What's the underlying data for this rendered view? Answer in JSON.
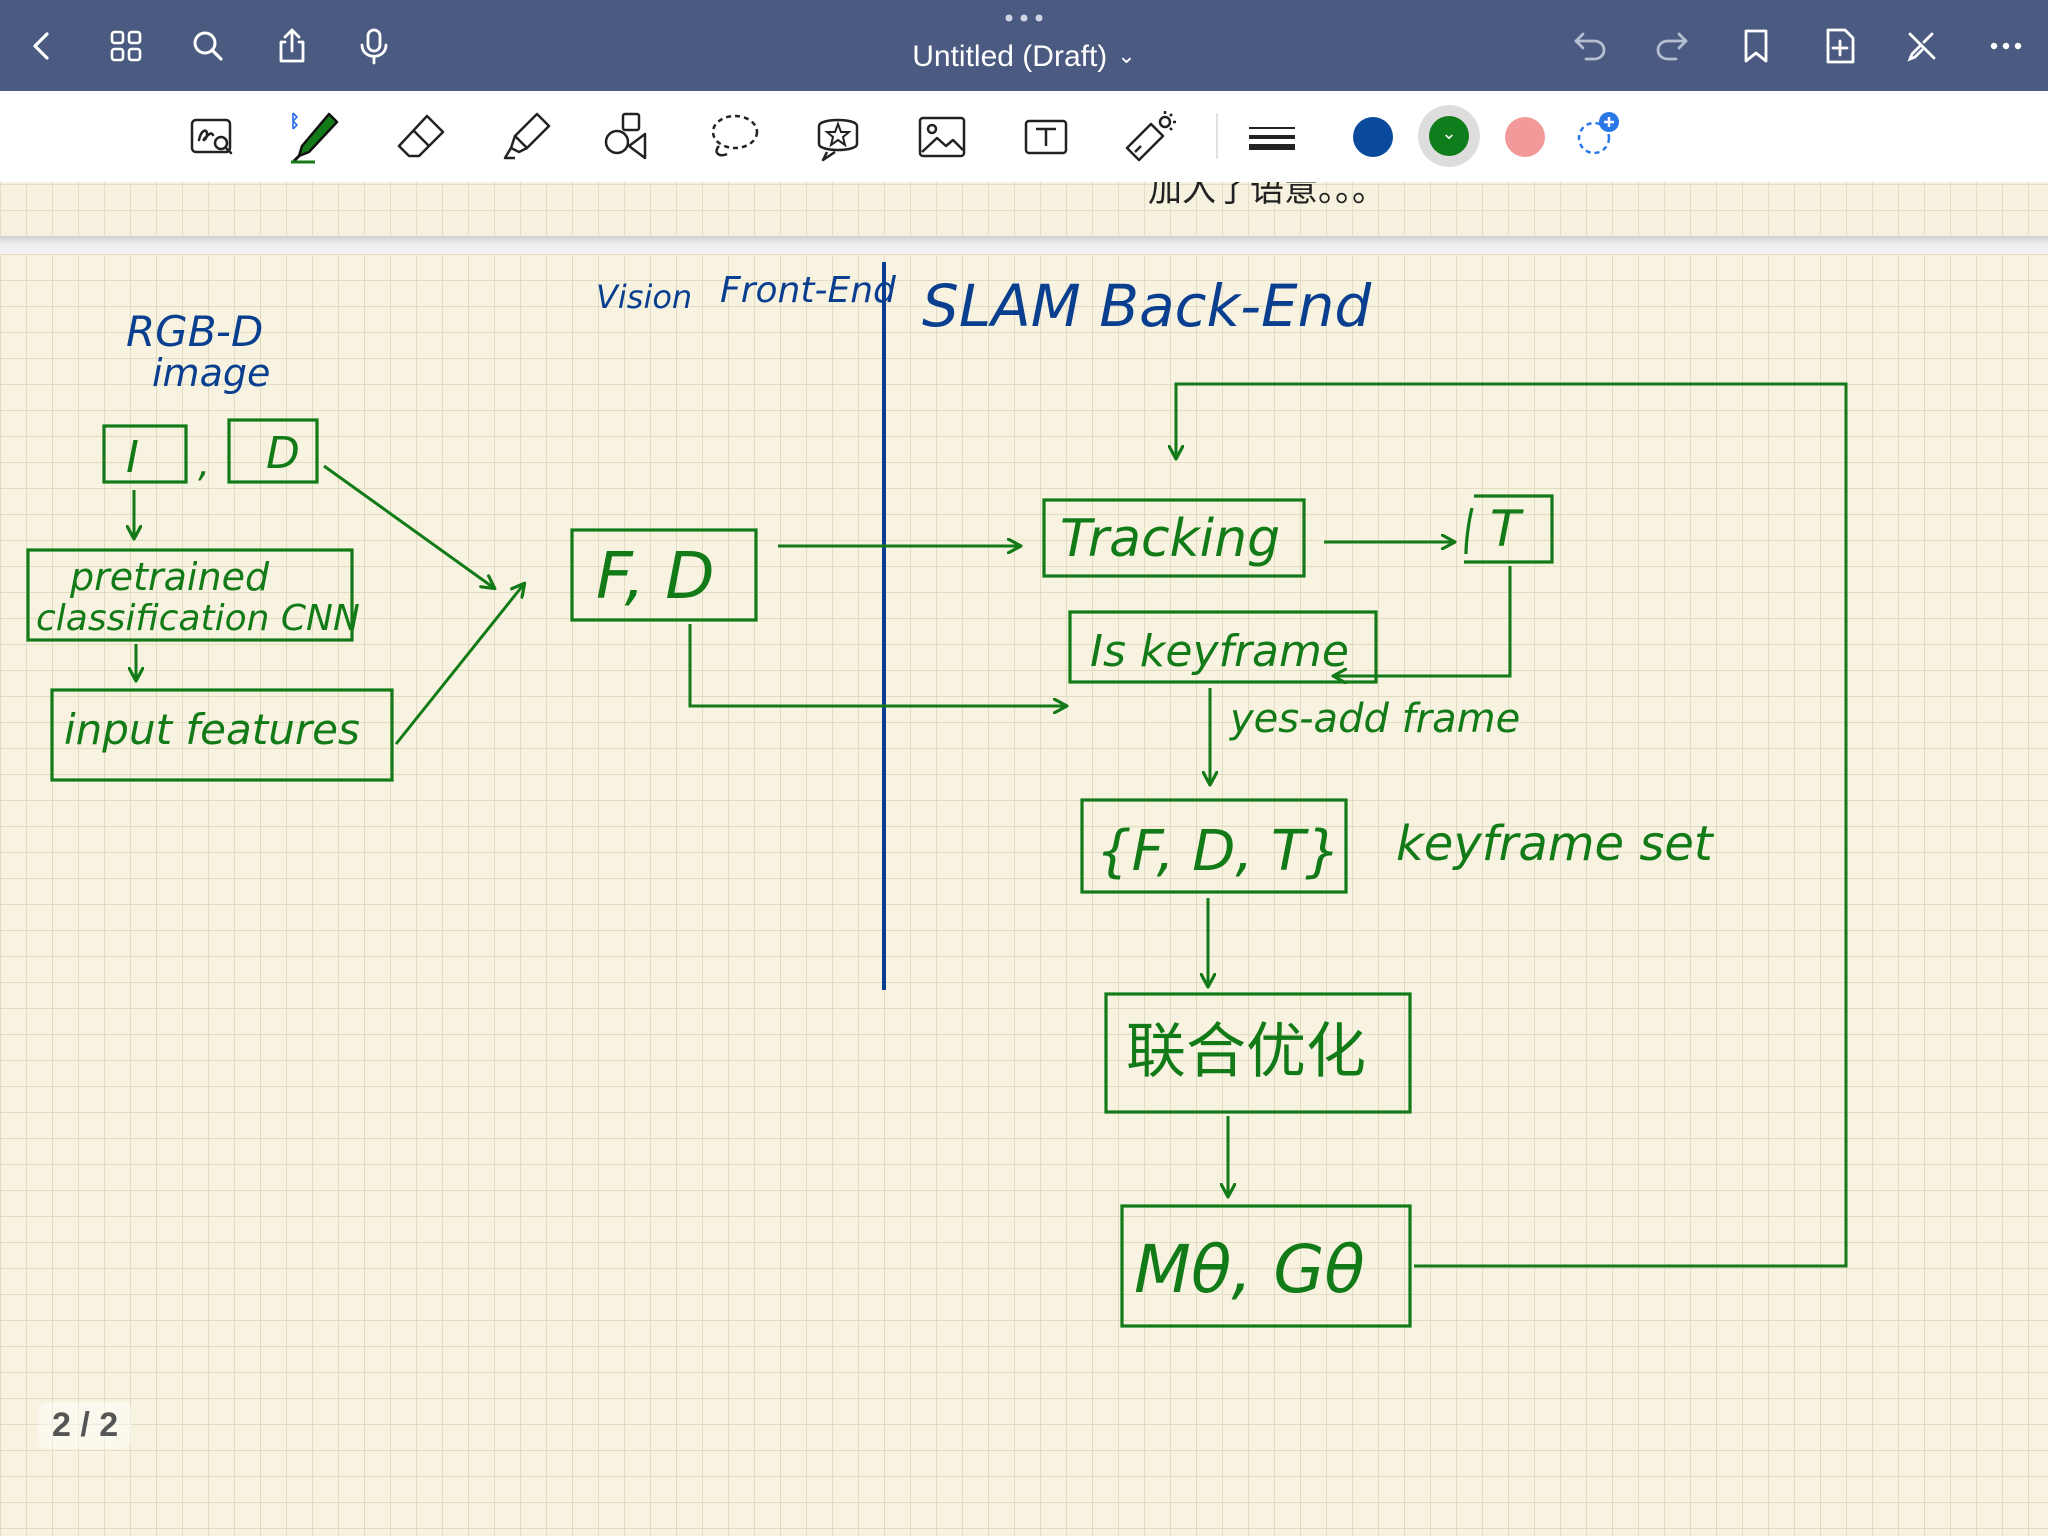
{
  "header": {
    "title": "Untitled (Draft)",
    "title_chevron": "⌄",
    "background": "#4b5a80"
  },
  "toolbar": {
    "colors": [
      "#0a4a9c",
      "#0f7d1c",
      "#f29a9a"
    ],
    "selected_color": "#0f7d1c",
    "swatch_chevron": "⌄"
  },
  "page": {
    "indicator": "2 / 2",
    "prev_page_text": "加入了语意。。。"
  },
  "diagram": {
    "ink_blue": "#0a3f8f",
    "ink_green": "#127a17",
    "labels": {
      "rgbd_title": "RGB-D",
      "rgbd_subtitle": "image",
      "box_i": "I",
      "comma": ",",
      "box_d": "D",
      "pretrained_line1": "pretrained",
      "pretrained_line2": "classification CNN",
      "input_features": "input features",
      "box_fd": "F, D",
      "vision_front": "Vision",
      "front_end": "Front-End",
      "slam_back_end": "SLAM Back-End",
      "tracking": "Tracking",
      "t_box": "T",
      "is_keyframe": "Is keyframe",
      "yes_add_frame": "yes-add frame",
      "keyframe_set_box": "{F, D, T}",
      "keyframe_set_label": "keyframe set",
      "joint_opt": "联合优化",
      "mg_box": "Mθ, Gθ"
    }
  }
}
